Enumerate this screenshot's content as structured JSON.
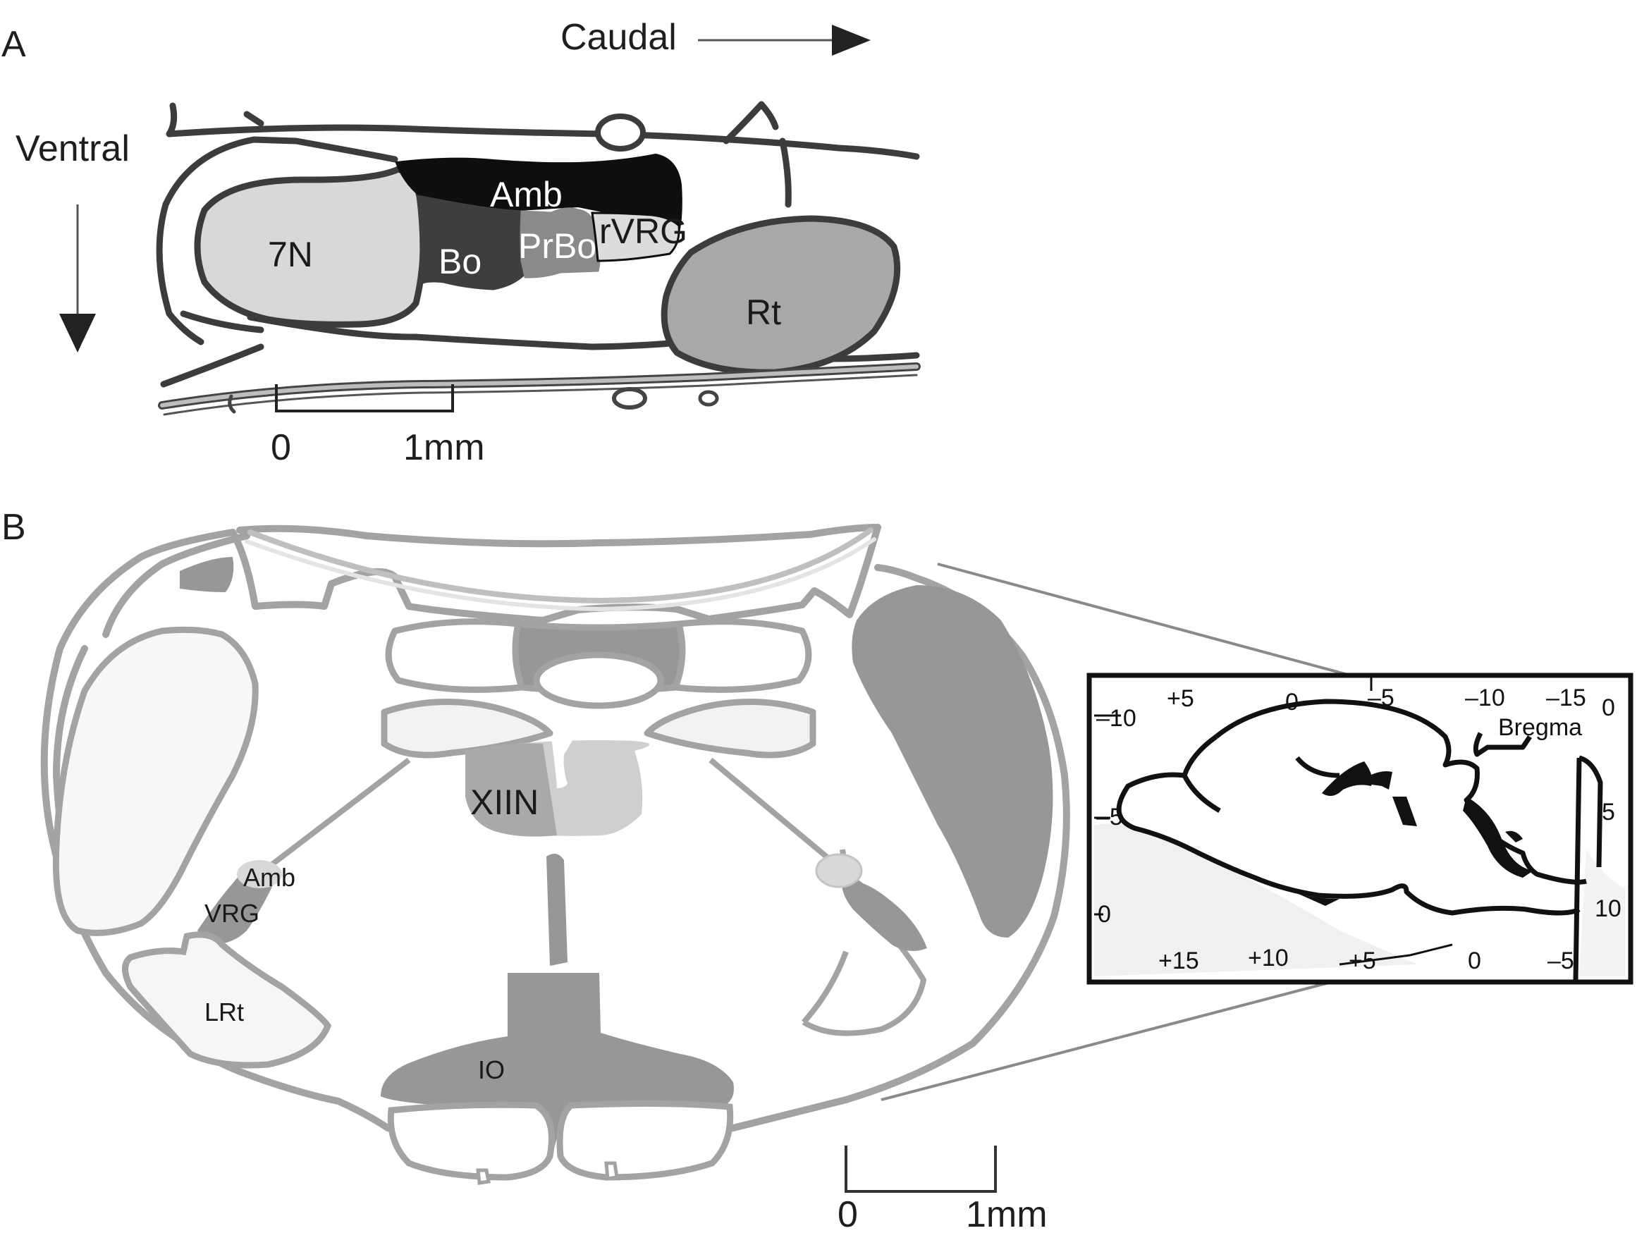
{
  "panel_a": {
    "letter": "A",
    "direction_caudal": "Caudal",
    "direction_ventral": "Ventral",
    "regions": {
      "n7": "7N",
      "amb": "Amb",
      "bo": "Bo",
      "prbo": "PrBo",
      "rvrg": "rVRG",
      "rt": "Rt"
    },
    "scale_bar": {
      "start": "0",
      "end": "1mm"
    }
  },
  "panel_b": {
    "letter": "B",
    "regions": {
      "xiin": "XIIN",
      "amb": "Amb",
      "vrg": "VRG",
      "lrt": "LRt",
      "io": "IO"
    },
    "scale_bar": {
      "start": "0",
      "end": "1mm"
    },
    "inset": {
      "label": "Bregma",
      "top_ticks": [
        "+5",
        "0",
        "–5",
        "–10",
        "–15"
      ],
      "bottom_ticks": [
        "+15",
        "+10",
        "+5",
        "0",
        "–5"
      ],
      "left_ticks": [
        "–10",
        "–5",
        "0"
      ],
      "right_ticks": [
        "0",
        "5",
        "10"
      ]
    }
  },
  "colors": {
    "outline_a": "#3c3c3c",
    "outline_b": "#a0a0a0",
    "dark_fill": "#979797",
    "light_fill": "#d8d8d8",
    "amb_black": "#0e0e0e",
    "bo_dark": "#3e3e3e",
    "prbo_gray": "#8a8a8a"
  }
}
